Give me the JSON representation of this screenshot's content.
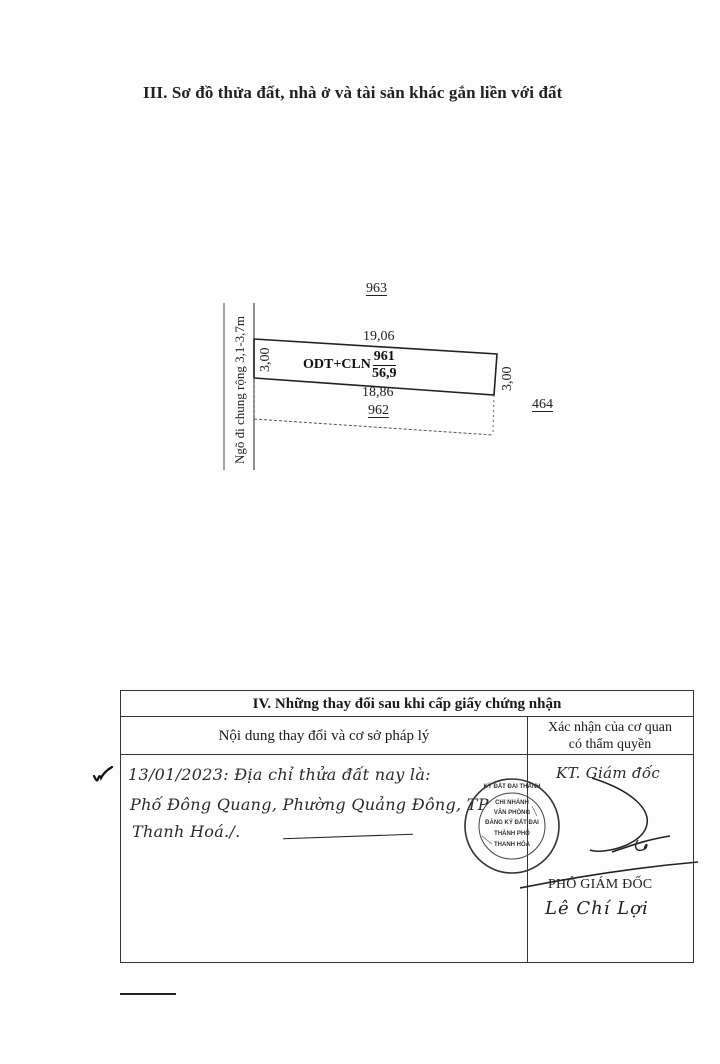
{
  "section3": {
    "title": "III. Sơ đồ thửa đất, nhà ở và tài sản khác gắn liền với đất"
  },
  "diagram": {
    "road_label": "Ngõ đi chung rộng 3,1-3,7m",
    "neighbor_top": "963",
    "neighbor_bottom": "962",
    "neighbor_right": "464",
    "top_edge": "19,06",
    "bottom_edge": "18,86",
    "left_edge": "3,00",
    "right_edge": "3,00",
    "land_use_code": "ODT+CLN",
    "parcel_number": "961",
    "area": "56,9"
  },
  "section4": {
    "title": "IV. Những thay đổi sau khi cấp giấy chứng nhận",
    "col_content_header": "Nội dung thay đổi và cơ sở pháp lý",
    "col_confirm_header_line1": "Xác nhận của cơ quan",
    "col_confirm_header_line2": "có thẩm quyền",
    "entry": {
      "line1": "13/01/2023: Địa chỉ thửa đất nay là:",
      "line2": "Phố Đông Quang, Phường Quảng Đông, TP",
      "line3": "Thanh Hoá./."
    },
    "confirmation": {
      "authority_note": "KT. Giám đốc",
      "stamp_lines": [
        "KỲ ĐẤT ĐAI THÀNH",
        "CHI NHÁNH",
        "VĂN PHÒNG",
        "ĐĂNG KÝ ĐẤT ĐAI",
        "THÀNH PHỐ",
        "THANH HÓA"
      ],
      "signer_title": "PHÓ GIÁM ĐỐC",
      "signer_name": "Lê Chí Lợi"
    }
  }
}
